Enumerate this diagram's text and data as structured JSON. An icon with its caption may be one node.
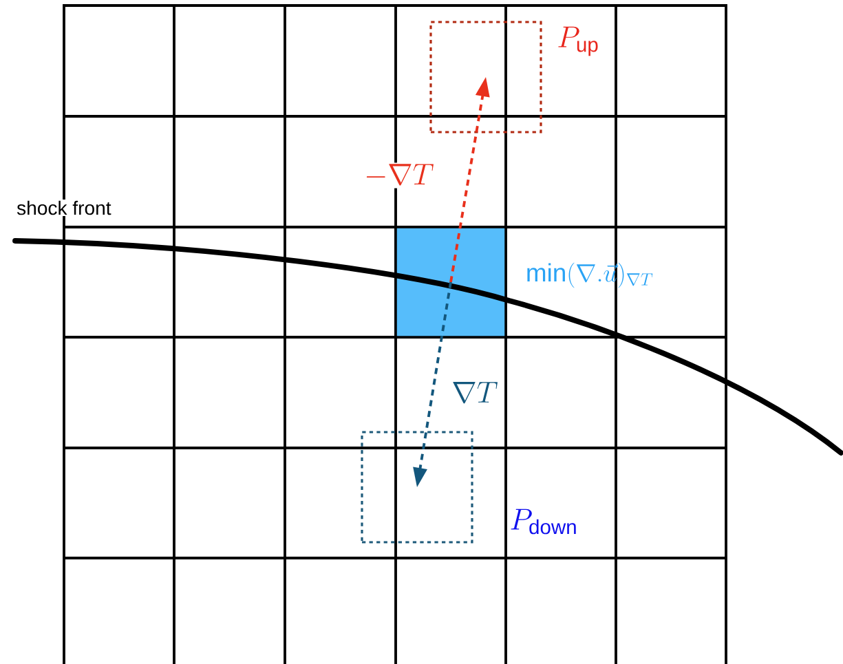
{
  "diagram": {
    "nodes": [
      {
        "text": [
          "P_\\mathrm{up}"
        ]
      },
      {
        "text": [],
        "shape": "box",
        "beside": [
          "\\min(\\nabla.\\vec{u})_{\\nabla T}"
        ]
      },
      {
        "text": [
          "P_\\mathrm{down}"
        ]
      }
    ],
    "edges": [
      {
        "from": 1,
        "to": 0,
        "arrow": "to",
        "label": "-\\nabla T",
        "style": "dashed",
        "color": "#e8301c"
      },
      {
        "from": 1,
        "to": 2,
        "arrow": "to",
        "label": "\\nabla T",
        "style": "dashed",
        "color": "#13577d"
      }
    ],
    "labels": [
      "shock front"
    ]
  }
}
